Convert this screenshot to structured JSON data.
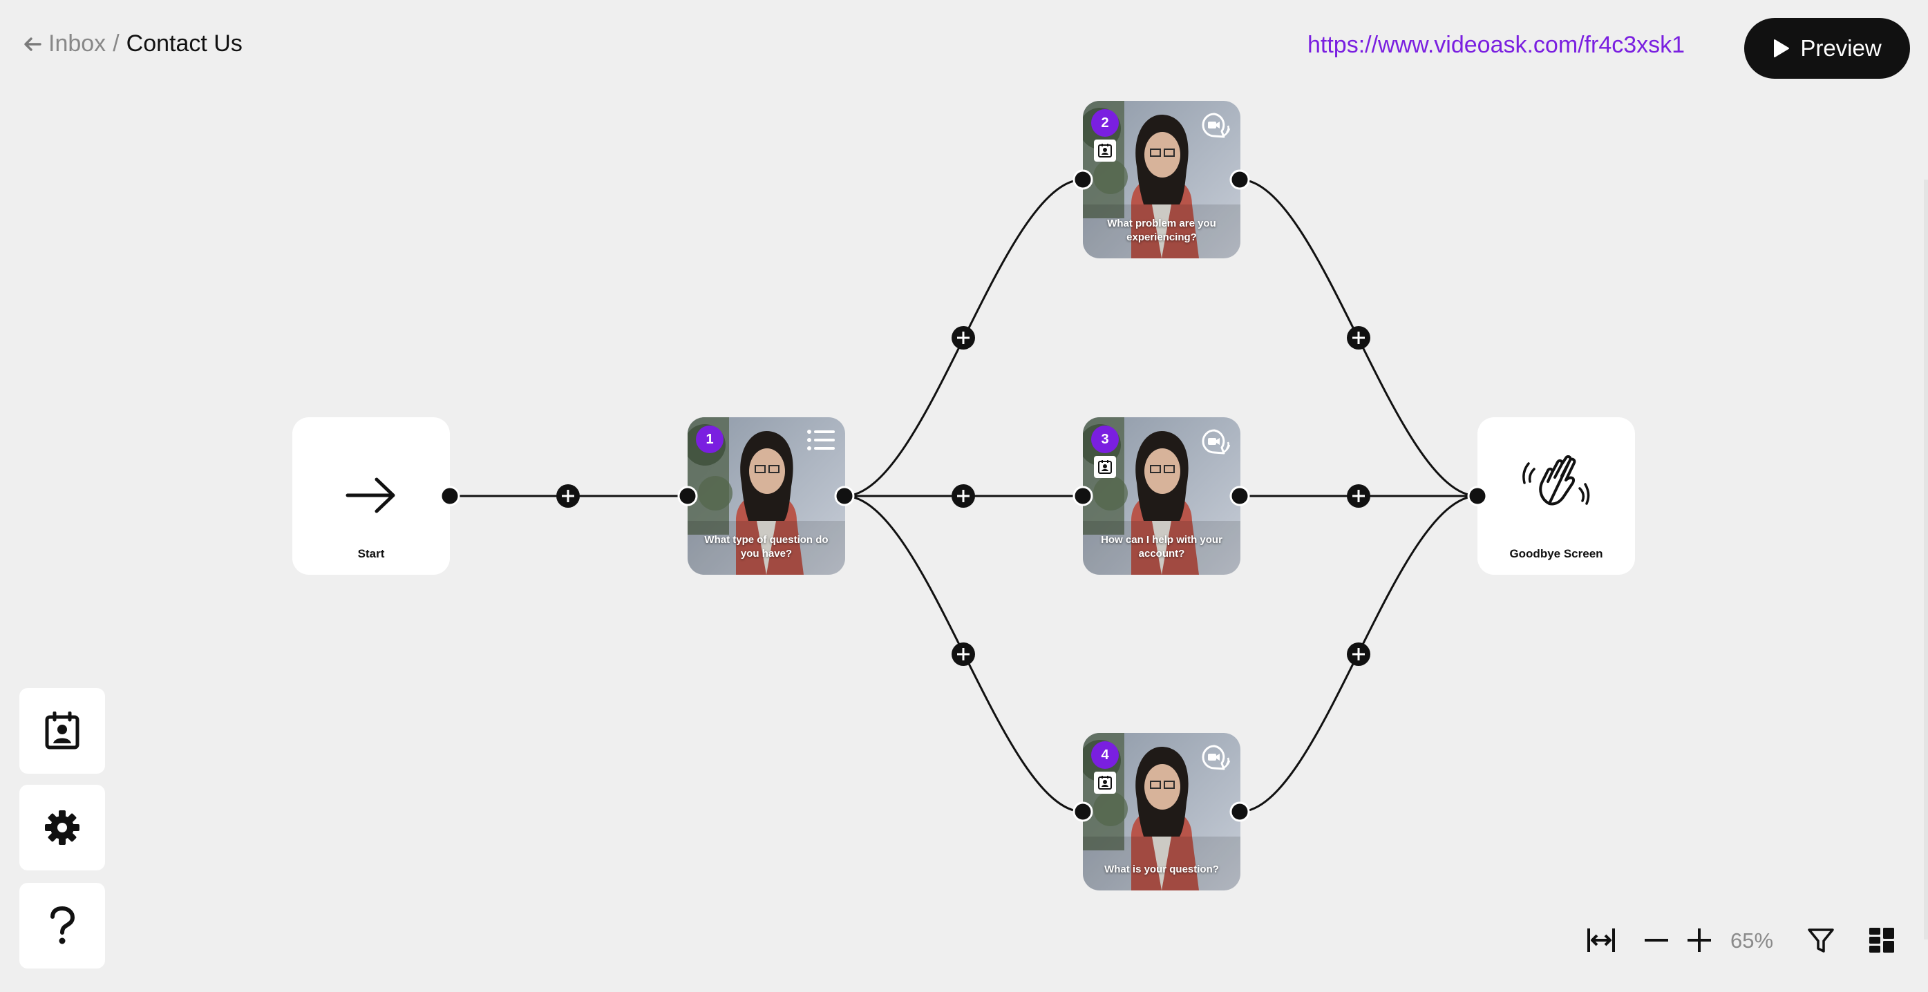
{
  "header": {
    "breadcrumb_parent": "Inbox",
    "breadcrumb_separator": "/",
    "title": "Contact Us",
    "share_url": "https://www.videoask.com/fr4c3xsk1",
    "preview_label": "Preview"
  },
  "flow": {
    "start": {
      "label": "Start",
      "icon": "arrow-right-icon"
    },
    "steps": [
      {
        "number": "1",
        "caption": "What type of question do you have?",
        "type_icon": "list-icon",
        "has_contact_icon": false
      },
      {
        "number": "2",
        "caption": "What problem are you experiencing?",
        "type_icon": "video-reply-icon",
        "has_contact_icon": true
      },
      {
        "number": "3",
        "caption": "How can I help with your account?",
        "type_icon": "video-reply-icon",
        "has_contact_icon": true
      },
      {
        "number": "4",
        "caption": "What is your question?",
        "type_icon": "video-reply-icon",
        "has_contact_icon": true
      }
    ],
    "end": {
      "label": "Goodbye Screen",
      "icon": "waving-hand-icon"
    }
  },
  "sidebar": {
    "buttons": [
      "contacts-icon",
      "gear-icon",
      "help-icon"
    ]
  },
  "toolbar": {
    "zoom_level": "65%",
    "tools": [
      "fit-width-icon",
      "zoom-out-icon",
      "zoom-in-icon",
      "filter-icon",
      "layout-icon"
    ]
  },
  "colors": {
    "background": "#efefef",
    "accent": "#7a1fe0",
    "dark": "#111111",
    "node": "#ffffff"
  }
}
